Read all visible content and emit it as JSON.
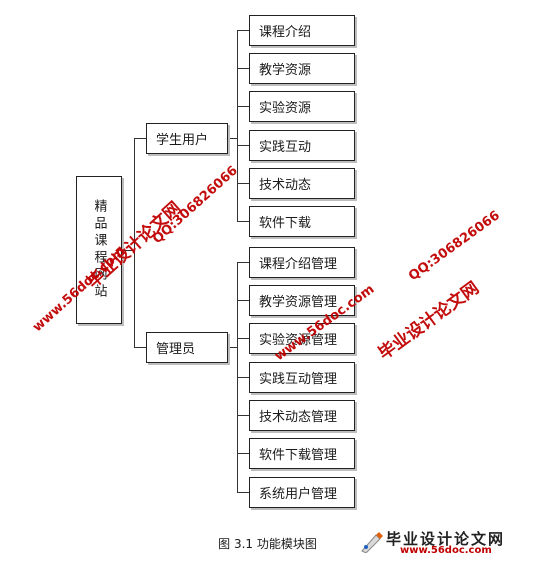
{
  "diagram": {
    "root": {
      "label": "精品课程网站"
    },
    "branches": [
      {
        "label": "学生用户",
        "children": [
          "课程介绍",
          "教学资源",
          "实验资源",
          "实践互动",
          "技术动态",
          "软件下载"
        ]
      },
      {
        "label": "管理员",
        "children": [
          "课程介绍管理",
          "教学资源管理",
          "实验资源管理",
          "实践互动管理",
          "技术动态管理",
          "软件下载管理",
          "系统用户管理"
        ]
      }
    ],
    "caption": "图 3.1 功能模块图"
  },
  "watermarks": {
    "site_name": "毕业设计论文网",
    "url": "www.56doc.com",
    "qq": "QQ:306826066"
  },
  "colors": {
    "watermark": "#c00000",
    "line": "#333333",
    "border": "#222222"
  }
}
